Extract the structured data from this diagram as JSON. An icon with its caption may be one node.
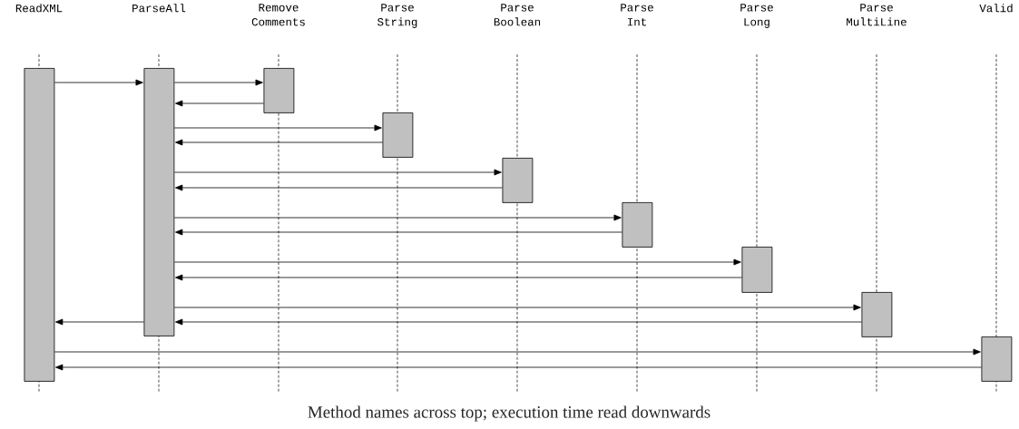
{
  "diagram": {
    "caption": "Method names across top; execution time read downwards",
    "nodes": [
      {
        "text": [],
        "shape": "bar"
      },
      {
        "text": [],
        "shape": "bar"
      },
      {
        "text": [],
        "shape": "bar"
      },
      {
        "text": [],
        "shape": "bar"
      },
      {
        "text": [],
        "shape": "bar"
      },
      {
        "text": [],
        "shape": "bar"
      },
      {
        "text": [],
        "shape": "bar"
      },
      {
        "text": [],
        "shape": "bar"
      },
      {
        "text": [],
        "shape": "bar"
      }
    ],
    "edges": [
      {
        "from": 0,
        "to": 1,
        "arrow": "to"
      },
      {
        "from": 1,
        "to": 2,
        "arrow": "to"
      },
      {
        "from": 2,
        "to": 1,
        "arrow": "to"
      },
      {
        "from": 1,
        "to": 3,
        "arrow": "to"
      },
      {
        "from": 3,
        "to": 1,
        "arrow": "to"
      },
      {
        "from": 1,
        "to": 4,
        "arrow": "to"
      },
      {
        "from": 4,
        "to": 1,
        "arrow": "to"
      },
      {
        "from": 1,
        "to": 5,
        "arrow": "to"
      },
      {
        "from": 5,
        "to": 1,
        "arrow": "to"
      },
      {
        "from": 1,
        "to": 6,
        "arrow": "to"
      },
      {
        "from": 6,
        "to": 1,
        "arrow": "to"
      },
      {
        "from": 1,
        "to": 7,
        "arrow": "to"
      },
      {
        "from": 7,
        "to": 1,
        "arrow": "to"
      },
      {
        "from": 1,
        "to": 0,
        "arrow": "to"
      },
      {
        "from": 0,
        "to": 8,
        "arrow": "to"
      },
      {
        "from": 8,
        "to": 0,
        "arrow": "to"
      }
    ],
    "labels": [
      "ReadXML",
      "ParseAll",
      "Remove Comments",
      "Parse String",
      "Parse Boolean",
      "Parse Int",
      "Parse Long",
      "Parse MultiLine",
      "Valid"
    ]
  }
}
